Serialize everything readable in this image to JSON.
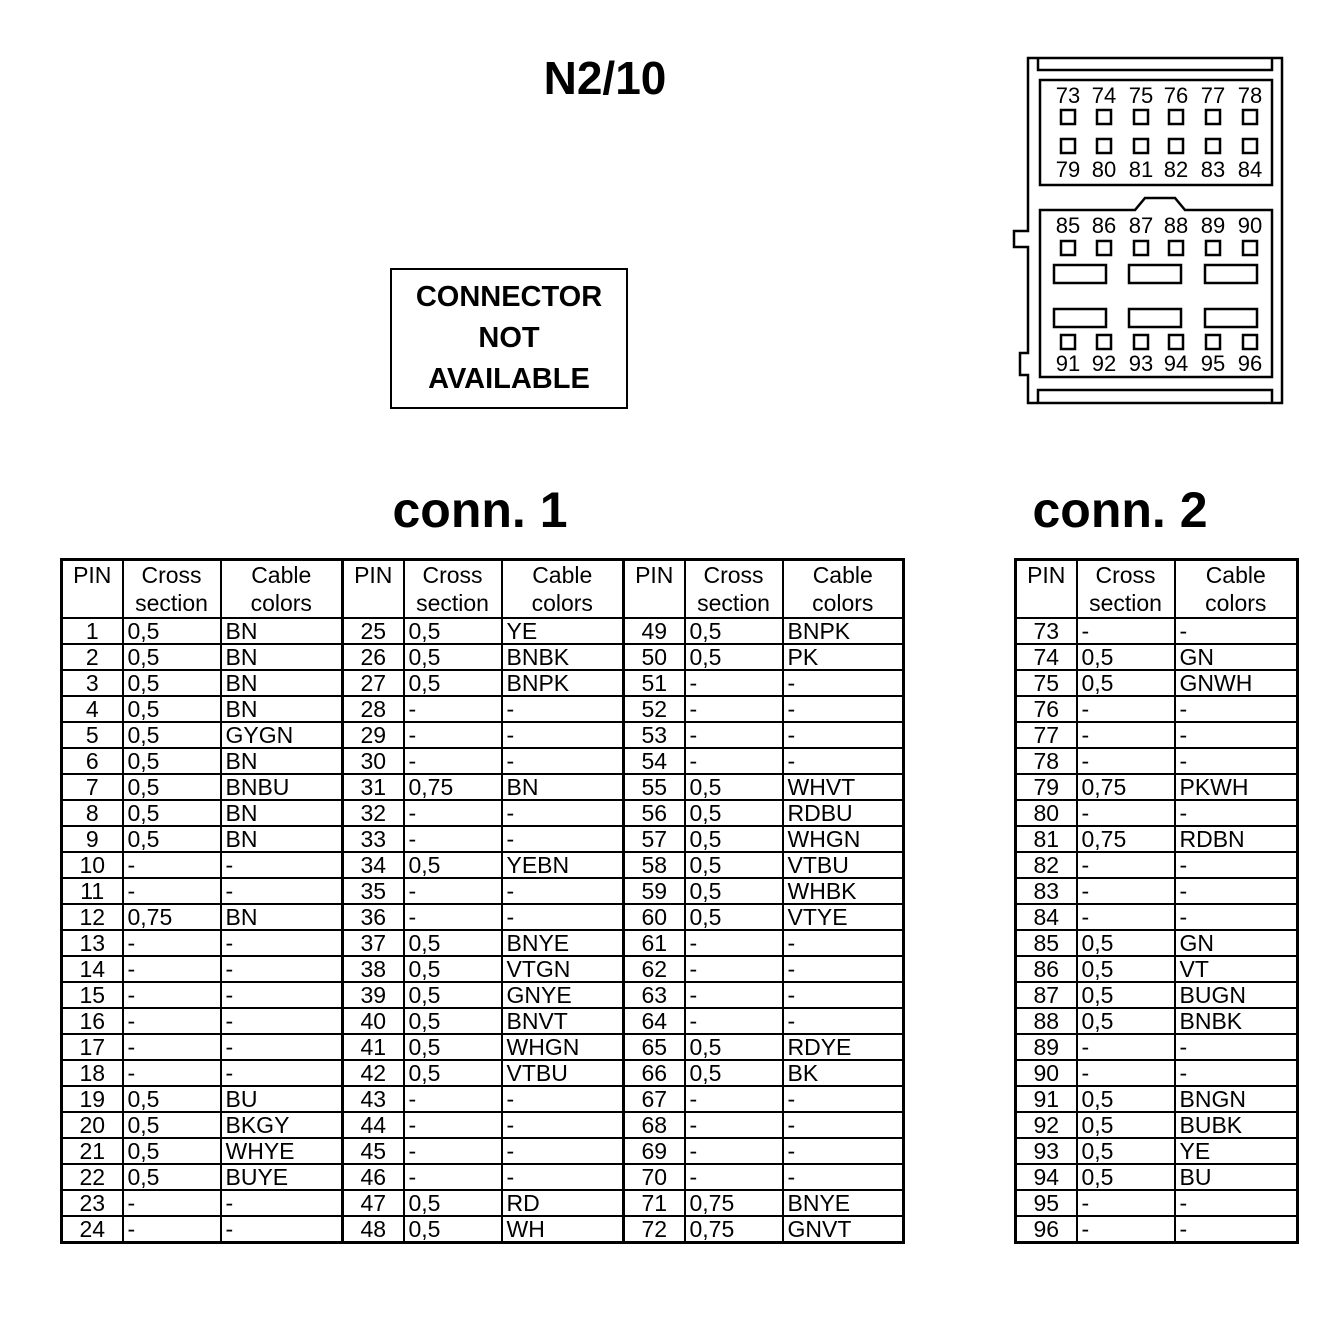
{
  "title": "N2/10",
  "notice": [
    "CONNECTOR",
    "NOT",
    "AVAILABLE"
  ],
  "conn1_title": "conn. 1",
  "conn2_title": "conn. 2",
  "headers": {
    "pin": "PIN",
    "cross": [
      "Cross",
      "section"
    ],
    "colors": [
      "Cable",
      "colors"
    ]
  },
  "connector": {
    "top_row_labels": [
      "73",
      "74",
      "75",
      "76",
      "77",
      "78"
    ],
    "top_row2_labels": [
      "79",
      "80",
      "81",
      "82",
      "83",
      "84"
    ],
    "mid_row_labels": [
      "85",
      "86",
      "87",
      "88",
      "89",
      "90"
    ],
    "bottom_row_labels": [
      "91",
      "92",
      "93",
      "94",
      "95",
      "96"
    ]
  },
  "conn1": [
    [
      [
        "1",
        "0,5",
        "BN"
      ],
      [
        "25",
        "0,5",
        "YE"
      ],
      [
        "49",
        "0,5",
        "BNPK"
      ]
    ],
    [
      [
        "2",
        "0,5",
        "BN"
      ],
      [
        "26",
        "0,5",
        "BNBK"
      ],
      [
        "50",
        "0,5",
        "PK"
      ]
    ],
    [
      [
        "3",
        "0,5",
        "BN"
      ],
      [
        "27",
        "0,5",
        "BNPK"
      ],
      [
        "51",
        "-",
        "-"
      ]
    ],
    [
      [
        "4",
        "0,5",
        "BN"
      ],
      [
        "28",
        "-",
        "-"
      ],
      [
        "52",
        "-",
        "-"
      ]
    ],
    [
      [
        "5",
        "0,5",
        "GYGN"
      ],
      [
        "29",
        "-",
        "-"
      ],
      [
        "53",
        "-",
        "-"
      ]
    ],
    [
      [
        "6",
        "0,5",
        "BN"
      ],
      [
        "30",
        "-",
        "-"
      ],
      [
        "54",
        "-",
        "-"
      ]
    ],
    [
      [
        "7",
        "0,5",
        "BNBU"
      ],
      [
        "31",
        "0,75",
        "BN"
      ],
      [
        "55",
        "0,5",
        "WHVT"
      ]
    ],
    [
      [
        "8",
        "0,5",
        "BN"
      ],
      [
        "32",
        "-",
        "-"
      ],
      [
        "56",
        "0,5",
        "RDBU"
      ]
    ],
    [
      [
        "9",
        "0,5",
        "BN"
      ],
      [
        "33",
        "-",
        "-"
      ],
      [
        "57",
        "0,5",
        "WHGN"
      ]
    ],
    [
      [
        "10",
        "-",
        "-"
      ],
      [
        "34",
        "0,5",
        "YEBN"
      ],
      [
        "58",
        "0,5",
        "VTBU"
      ]
    ],
    [
      [
        "11",
        "-",
        "-"
      ],
      [
        "35",
        "-",
        "-"
      ],
      [
        "59",
        "0,5",
        "WHBK"
      ]
    ],
    [
      [
        "12",
        "0,75",
        "BN"
      ],
      [
        "36",
        "-",
        "-"
      ],
      [
        "60",
        "0,5",
        "VTYE"
      ]
    ],
    [
      [
        "13",
        "-",
        "-"
      ],
      [
        "37",
        "0,5",
        "BNYE"
      ],
      [
        "61",
        "-",
        "-"
      ]
    ],
    [
      [
        "14",
        "-",
        "-"
      ],
      [
        "38",
        "0,5",
        "VTGN"
      ],
      [
        "62",
        "-",
        "-"
      ]
    ],
    [
      [
        "15",
        "-",
        "-"
      ],
      [
        "39",
        "0,5",
        "GNYE"
      ],
      [
        "63",
        "-",
        "-"
      ]
    ],
    [
      [
        "16",
        "-",
        "-"
      ],
      [
        "40",
        "0,5",
        "BNVT"
      ],
      [
        "64",
        "-",
        "-"
      ]
    ],
    [
      [
        "17",
        "-",
        "-"
      ],
      [
        "41",
        "0,5",
        "WHGN"
      ],
      [
        "65",
        "0,5",
        "RDYE"
      ]
    ],
    [
      [
        "18",
        "-",
        "-"
      ],
      [
        "42",
        "0,5",
        "VTBU"
      ],
      [
        "66",
        "0,5",
        "BK"
      ]
    ],
    [
      [
        "19",
        "0,5",
        "BU"
      ],
      [
        "43",
        "-",
        "-"
      ],
      [
        "67",
        "-",
        "-"
      ]
    ],
    [
      [
        "20",
        "0,5",
        "BKGY"
      ],
      [
        "44",
        "-",
        "-"
      ],
      [
        "68",
        "-",
        "-"
      ]
    ],
    [
      [
        "21",
        "0,5",
        "WHYE"
      ],
      [
        "45",
        "-",
        "-"
      ],
      [
        "69",
        "-",
        "-"
      ]
    ],
    [
      [
        "22",
        "0,5",
        "BUYE"
      ],
      [
        "46",
        "-",
        "-"
      ],
      [
        "70",
        "-",
        "-"
      ]
    ],
    [
      [
        "23",
        "-",
        "-"
      ],
      [
        "47",
        "0,5",
        "RD"
      ],
      [
        "71",
        "0,75",
        "BNYE"
      ]
    ],
    [
      [
        "24",
        "-",
        "-"
      ],
      [
        "48",
        "0,5",
        "WH"
      ],
      [
        "72",
        "0,75",
        "GNVT"
      ]
    ]
  ],
  "conn2": [
    [
      "73",
      "-",
      "-"
    ],
    [
      "74",
      "0,5",
      "GN"
    ],
    [
      "75",
      "0,5",
      "GNWH"
    ],
    [
      "76",
      "-",
      "-"
    ],
    [
      "77",
      "-",
      "-"
    ],
    [
      "78",
      "-",
      "-"
    ],
    [
      "79",
      "0,75",
      "PKWH"
    ],
    [
      "80",
      "-",
      "-"
    ],
    [
      "81",
      "0,75",
      "RDBN"
    ],
    [
      "82",
      "-",
      "-"
    ],
    [
      "83",
      "-",
      "-"
    ],
    [
      "84",
      "-",
      "-"
    ],
    [
      "85",
      "0,5",
      "GN"
    ],
    [
      "86",
      "0,5",
      "VT"
    ],
    [
      "87",
      "0,5",
      "BUGN"
    ],
    [
      "88",
      "0,5",
      "BNBK"
    ],
    [
      "89",
      "-",
      "-"
    ],
    [
      "90",
      "-",
      "-"
    ],
    [
      "91",
      "0,5",
      "BNGN"
    ],
    [
      "92",
      "0,5",
      "BUBK"
    ],
    [
      "93",
      "0,5",
      "YE"
    ],
    [
      "94",
      "0,5",
      "BU"
    ],
    [
      "95",
      "-",
      "-"
    ],
    [
      "96",
      "-",
      "-"
    ]
  ]
}
